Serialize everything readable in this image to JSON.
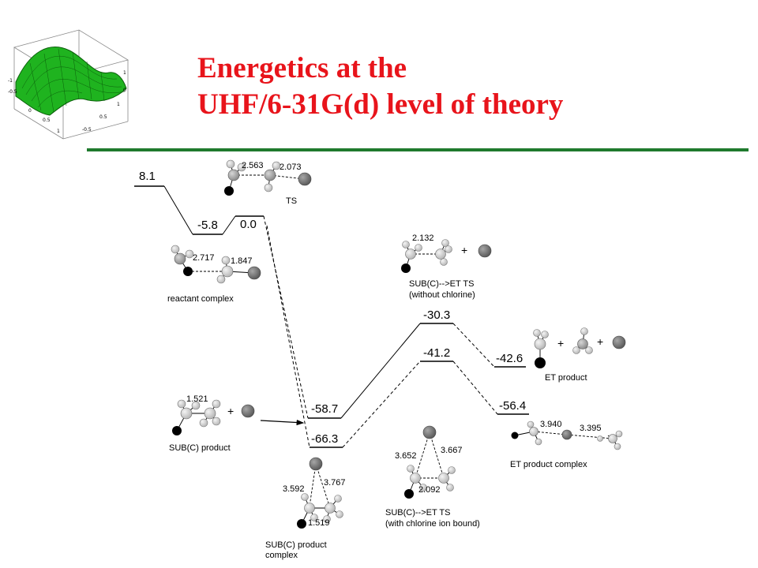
{
  "title": {
    "line1": "Energetics at the",
    "line2": "UHF/6-31G(d) level of theory"
  },
  "colors": {
    "title": "#e8141b",
    "rule": "#1f7a2d",
    "surface": "#1fb31f"
  },
  "surface_plot": {
    "icon": "3d-surface-plot-icon",
    "tick_labels": [
      "-1",
      "-0.5",
      "0",
      "0.5",
      "1"
    ]
  },
  "levels": {
    "l1": "8.1",
    "l2": "-5.8",
    "l3": "0.0",
    "l4": "-58.7",
    "l5": "-66.3",
    "l6": "-30.3",
    "l7": "-41.2",
    "l8": "-42.6",
    "l9": "-56.4"
  },
  "structures": {
    "ts": {
      "caption": "TS",
      "d1": "2.563",
      "d2": "2.073"
    },
    "reactant_complex": {
      "caption": "reactant complex",
      "d1": "2.717",
      "d2": "1.847"
    },
    "sub_product": {
      "caption": "SUB(C) product",
      "d1": "1.521",
      "plus": "+"
    },
    "sub_product_complex": {
      "caption1": "SUB(C) product",
      "caption2": "complex",
      "d1": "3.592",
      "d2": "3.767",
      "d3": "1.519"
    },
    "et_ts_bound": {
      "caption1": "SUB(C)-->ET TS",
      "caption2": "(with chlorine ion bound)",
      "d1": "3.652",
      "d2": "3.667",
      "d3": "2.092"
    },
    "et_ts_free": {
      "caption1": "SUB(C)-->ET TS",
      "caption2": "(without chlorine)",
      "d1": "2.132",
      "plus": "+"
    },
    "et_product": {
      "caption": "ET product",
      "plus1": "+",
      "plus2": "+"
    },
    "et_product_complex": {
      "caption": "ET product complex",
      "d1": "3.940",
      "d2": "3.395"
    }
  }
}
